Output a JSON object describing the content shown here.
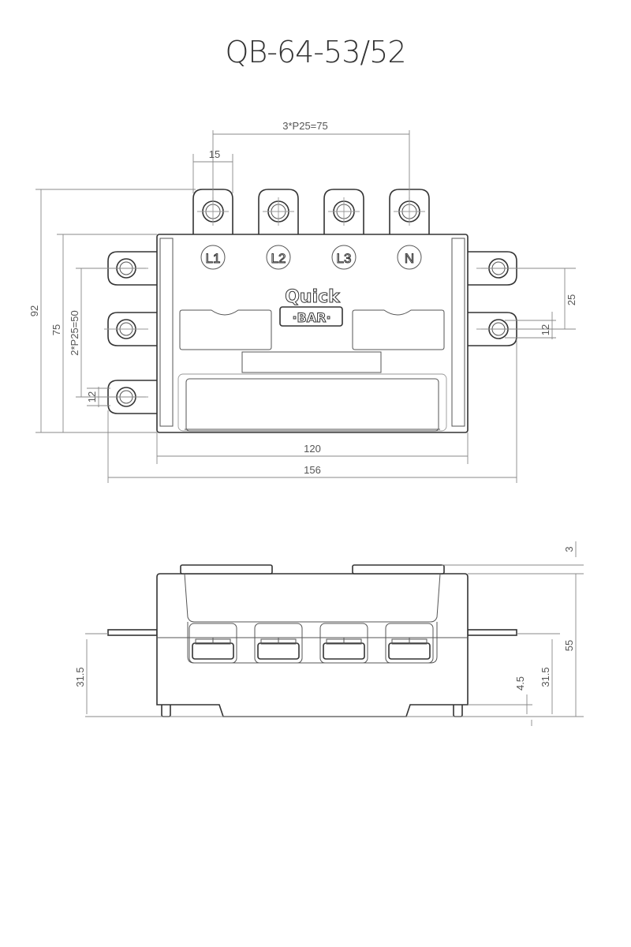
{
  "title": "QB-64-53/52",
  "top_view": {
    "terminal_labels": [
      "L1",
      "L2",
      "L3",
      "N"
    ],
    "logo": {
      "line1": "Quick",
      "line2": "·BAR·"
    },
    "dimensions": {
      "pitch_top": "3*P25=75",
      "lug_width": "15",
      "overall_height": "92",
      "body_height": "75",
      "pitch_side": "2*P25=50",
      "lug_left": "12",
      "right_pitch": "25",
      "lug_right": "12",
      "body_width": "120",
      "overall_width": "156"
    }
  },
  "side_view": {
    "dimensions": {
      "cover": "3",
      "height": "55",
      "pin_height_right": "31.5",
      "foot": "4.5",
      "pin_height_left": "31.5"
    }
  }
}
